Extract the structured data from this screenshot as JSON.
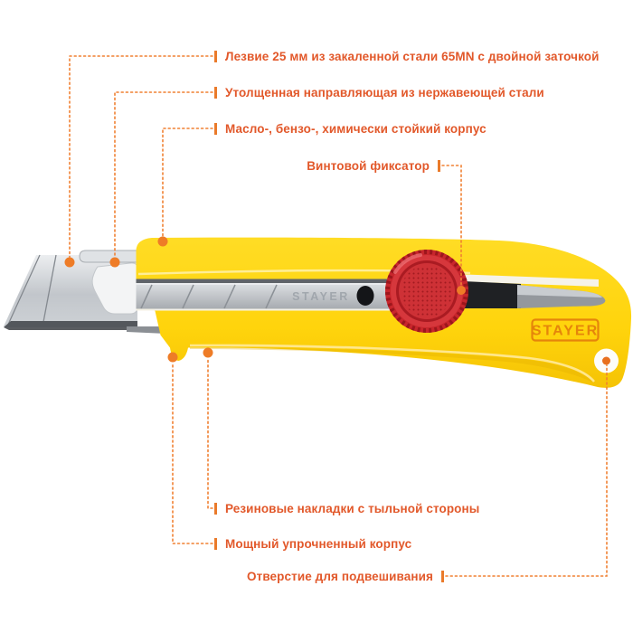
{
  "product": {
    "brand": "STAYER",
    "rail_brand_embossed": "STAYER"
  },
  "callouts": [
    {
      "id": "blade",
      "label": "Лезвие 25 мм из закаленной стали 65MN с двойной заточкой",
      "side": "left"
    },
    {
      "id": "guide",
      "label": "Утолщенная направляющая из нержавеющей стали",
      "side": "left"
    },
    {
      "id": "resistant-body",
      "label": "Масло-, бензо-, химически стойкий корпус",
      "side": "left"
    },
    {
      "id": "screw-lock",
      "label": "Винтовой фиксатор",
      "side": "right"
    },
    {
      "id": "rubber-pads",
      "label": "Резиновые накладки с тыльной стороны",
      "side": "left"
    },
    {
      "id": "reinforced-body",
      "label": "Мощный упрочненный корпус",
      "side": "left"
    },
    {
      "id": "hanging-hole",
      "label": "Отверстие для подвешивания",
      "side": "right"
    }
  ],
  "colors": {
    "label_text": "#e2582a",
    "connector_dash": "#f08032",
    "callout_dot": "#ee7c27",
    "body_yellow": "#ffd60e",
    "dial_red": "#d2302f",
    "logo_orange": "#e5850b",
    "blade_silver": "#c9cdd2"
  }
}
